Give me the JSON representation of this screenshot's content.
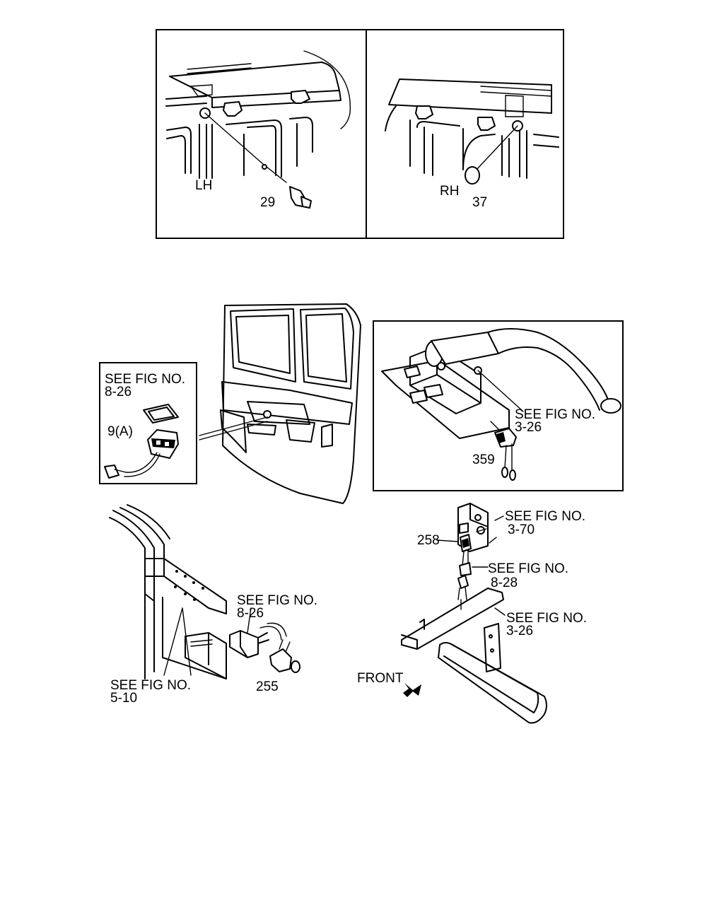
{
  "top_panel": {
    "left": {
      "side_label": "LH",
      "part_number": "29"
    },
    "right": {
      "side_label": "RH",
      "part_number": "37"
    }
  },
  "door_callout": {
    "see_fig_line1": "SEE FIG NO.",
    "see_fig_line2": "8-26",
    "part_number": "9(A)"
  },
  "motor_callout": {
    "see_fig_line1": "SEE FIG NO.",
    "see_fig_line2": "3-26",
    "part_number": "359"
  },
  "bracket_assembly": {
    "ref_a_line1": "SEE FIG NO.",
    "ref_a_line2": "8-26",
    "ref_b_line1": "SEE FIG NO.",
    "ref_b_line2": "5-10",
    "part_number": "255"
  },
  "frame_assembly": {
    "ref_a_line1": "SEE FIG NO.",
    "ref_a_line2": "3-70",
    "ref_b_line1": "SEE FIG NO.",
    "ref_b_line2": "8-28",
    "ref_c_line1": "SEE FIG NO.",
    "ref_c_line2": "3-26",
    "part_number": "258",
    "front_label": "FRONT"
  }
}
